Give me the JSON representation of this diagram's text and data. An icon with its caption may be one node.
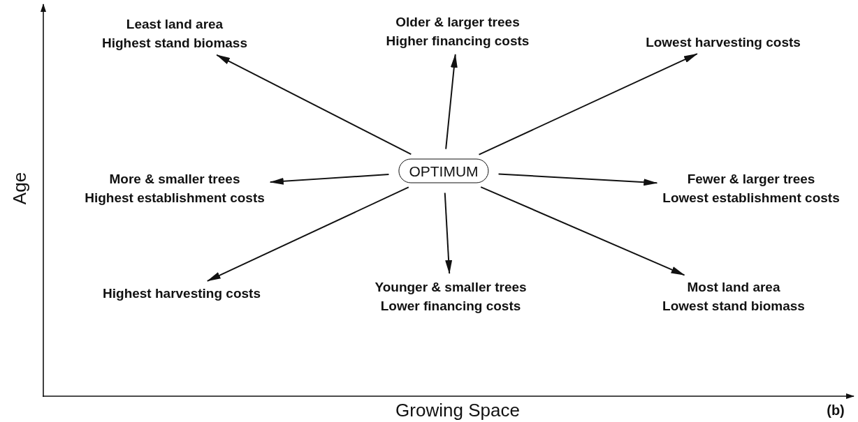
{
  "diagram": {
    "nodes": [
      {
        "text": [
          "Least land area",
          "Highest stand biomass"
        ]
      },
      {
        "text": [
          "Older & larger trees",
          "Higher financing costs"
        ]
      },
      {
        "text": [
          "Lowest harvesting costs"
        ]
      },
      {
        "text": [
          "More & smaller trees",
          "Highest establishment costs"
        ]
      },
      {
        "text": [
          "OPTIMUM"
        ]
      },
      {
        "text": [
          "Fewer & larger trees",
          "Lowest establishment costs"
        ]
      },
      {
        "text": [
          "Highest harvesting costs"
        ]
      },
      {
        "text": [
          "Younger & smaller trees",
          "Lower financing costs"
        ]
      },
      {
        "text": [
          "Most land area",
          "Lowest stand biomass"
        ]
      }
    ],
    "edges": [
      {
        "from": 4,
        "to": 0,
        "arrow": "to"
      },
      {
        "from": 4,
        "to": 1,
        "arrow": "to"
      },
      {
        "from": 4,
        "to": 2,
        "arrow": "to"
      },
      {
        "from": 4,
        "to": 3,
        "arrow": "to"
      },
      {
        "from": 4,
        "to": 5,
        "arrow": "to"
      },
      {
        "from": 4,
        "to": 6,
        "arrow": "to"
      },
      {
        "from": 4,
        "to": 7,
        "arrow": "to"
      },
      {
        "from": 4,
        "to": 8,
        "arrow": "to"
      }
    ],
    "labels": [
      "Age",
      "Growing Space",
      "(b)"
    ]
  }
}
